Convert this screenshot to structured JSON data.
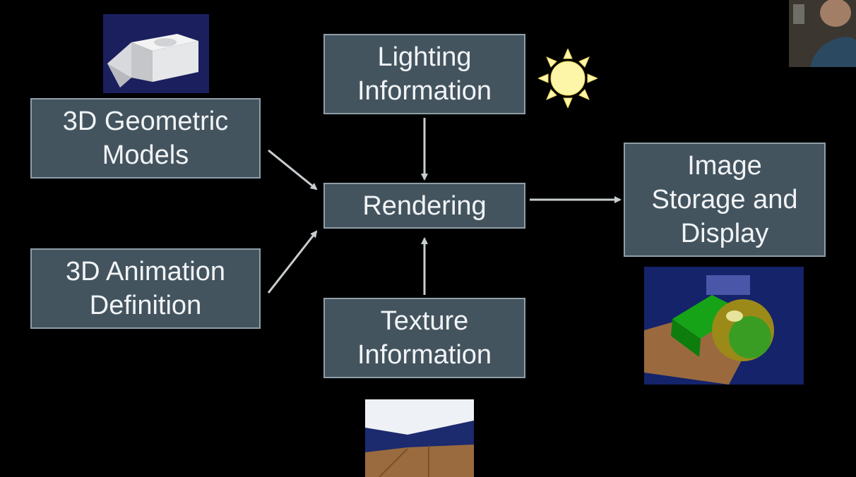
{
  "boxes": {
    "geometric_models": "3D Geometric\nModels",
    "animation_definition": "3D Animation\nDefinition",
    "lighting_information": "Lighting\nInformation",
    "rendering": "Rendering",
    "texture_information": "Texture\nInformation",
    "image_storage": "Image\nStorage and\nDisplay"
  },
  "icons": {
    "model_thumbnail": "3d-model-icon",
    "sun": "sun-icon",
    "texture_thumbnail": "texture-floor-icon",
    "render_thumbnail": "rendered-scene-icon",
    "webcam": "webcam-overlay"
  },
  "colors": {
    "box_fill": "#44545f",
    "box_border": "#8f9ea7",
    "arrow": "#c8cdd0",
    "sun": "#fdf6a8"
  }
}
